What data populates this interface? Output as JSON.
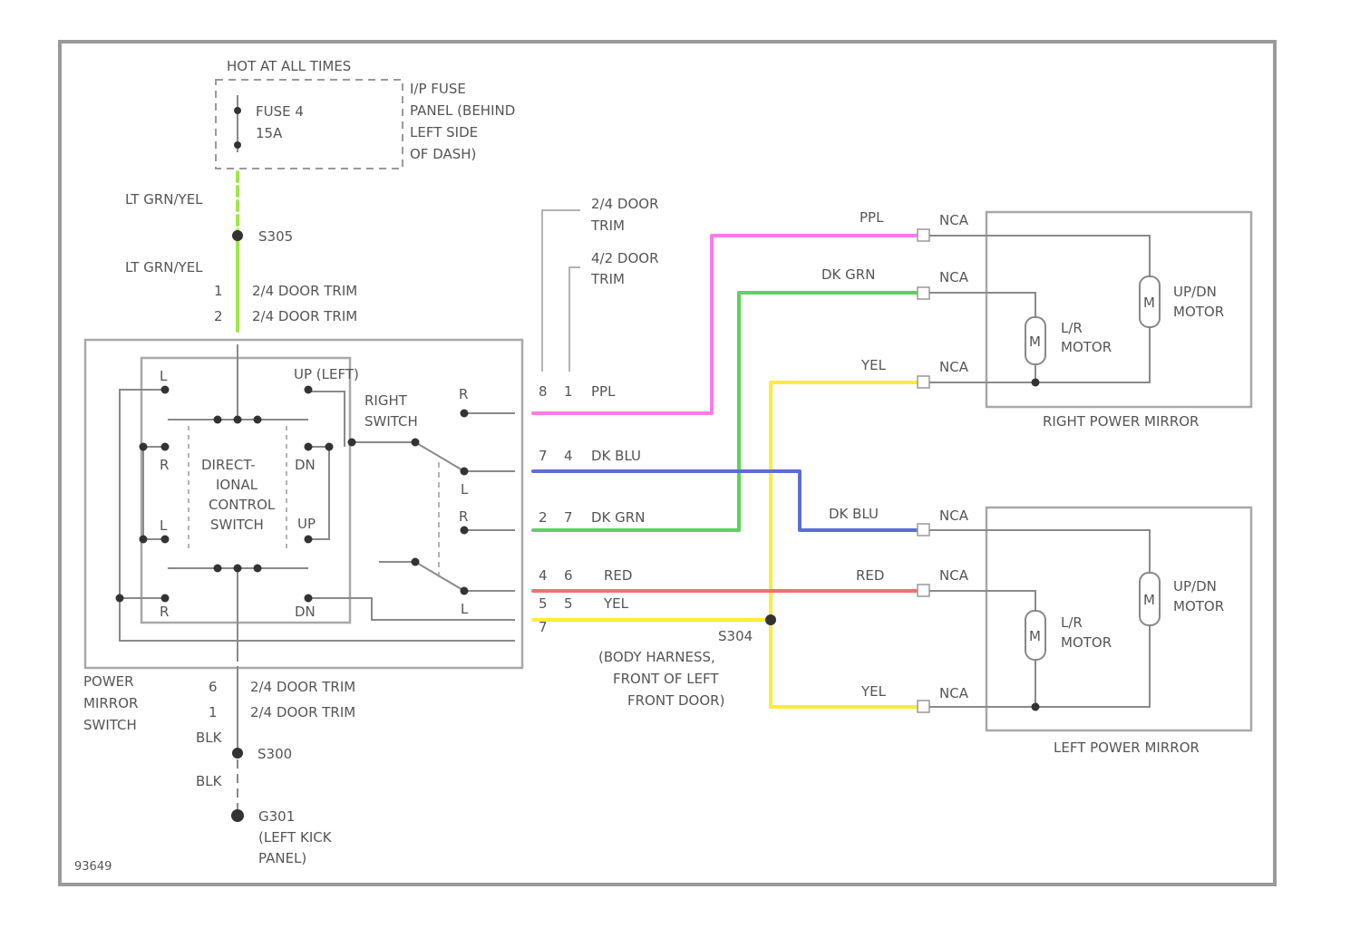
{
  "colors": {
    "ppl": "#ff7be8",
    "dk_grn": "#5dd35d",
    "yel": "#ffec3a",
    "dk_blu": "#5a6fd0",
    "red": "#f27070",
    "lt_grn_yel": "#9ee84a",
    "line": "#8a8a8a"
  },
  "fuse": {
    "hot_label": "HOT AT ALL TIMES",
    "name": "FUSE 4",
    "rating": "15A",
    "panel_lines": [
      "I/P FUSE",
      "PANEL (BEHIND",
      "LEFT SIDE",
      "OF DASH)"
    ]
  },
  "supply": {
    "wire1": "LT GRN/YEL",
    "splice": "S305",
    "wire2": "LT GRN/YEL",
    "pin_a": "1",
    "pin_a_label": "2/4 DOOR TRIM",
    "pin_b": "2",
    "pin_b_label": "2/4 DOOR TRIM"
  },
  "door_trim_notes": [
    {
      "pin": "8",
      "lines": [
        "2/4 DOOR",
        "TRIM"
      ]
    },
    {
      "pin": "7",
      "lines": [
        "4/2 DOOR",
        "TRIM"
      ]
    }
  ],
  "switch": {
    "direct_lines": [
      "DIRECT-",
      "IONAL",
      "CONTROL",
      "SWITCH"
    ],
    "up_left": "UP (LEFT)",
    "l_top": "L",
    "r_mid": "R",
    "dn_mid": "DN",
    "l_low": "L",
    "up_low": "UP",
    "r_bot": "R",
    "dn_bot": "DN",
    "right_switch_lines": [
      "RIGHT",
      "SWITCH"
    ],
    "r_sel": "R",
    "l_sel1": "L",
    "r_sel2": "R",
    "l_sel2": "L",
    "name_lines": [
      "POWER",
      "MIRROR",
      "SWITCH"
    ]
  },
  "connector_pins": [
    {
      "a": "8",
      "b": "1",
      "wire": "PPL"
    },
    {
      "a": "7",
      "b": "4",
      "wire": "DK BLU"
    },
    {
      "a": "2",
      "b": "7",
      "wire": "DK GRN"
    },
    {
      "a": "4",
      "b": "6",
      "wire": "RED"
    },
    {
      "a": "5",
      "b": "5",
      "wire": "YEL"
    },
    {
      "a": "7",
      "b": "",
      "wire": ""
    }
  ],
  "right_mirror": {
    "wires": [
      "PPL",
      "DK GRN",
      "YEL"
    ],
    "connector": "NCA",
    "lr_motor": [
      "L/R",
      "MOTOR"
    ],
    "updown_motor": [
      "UP/DN",
      "MOTOR"
    ],
    "motor_symbol": "M",
    "label": "RIGHT POWER MIRROR"
  },
  "left_mirror": {
    "wires": [
      "DK BLU",
      "RED",
      "YEL"
    ],
    "connector": "NCA",
    "lr_motor": [
      "L/R",
      "MOTOR"
    ],
    "updown_motor": [
      "UP/DN",
      "MOTOR"
    ],
    "motor_symbol": "M",
    "label": "LEFT POWER MIRROR"
  },
  "splice_s304": {
    "name": "S304",
    "lines": [
      "(BODY HARNESS,",
      "FRONT OF LEFT",
      "FRONT DOOR)"
    ]
  },
  "ground": {
    "pin_a": "6",
    "pin_a_label": "2/4 DOOR TRIM",
    "pin_b": "1",
    "pin_b_label": "2/4 DOOR TRIM",
    "wire1": "BLK",
    "splice": "S300",
    "wire2": "BLK",
    "name": "G301",
    "lines": [
      "(LEFT KICK",
      "PANEL)"
    ]
  },
  "figure_id": "93649"
}
